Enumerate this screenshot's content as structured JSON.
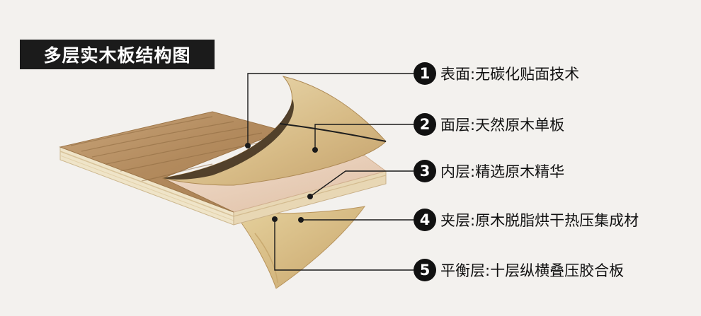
{
  "title": "多层实木板结构图",
  "callouts": [
    {
      "number": "1",
      "text": "表面:无碳化贴面技术"
    },
    {
      "number": "2",
      "text": "面层:天然原木单板"
    },
    {
      "number": "3",
      "text": "内层:精选原木精华"
    },
    {
      "number": "4",
      "text": "夹层:原木脱脂烘干热压集成材"
    },
    {
      "number": "5",
      "text": "平衡层:十层纵横叠压胶合板"
    }
  ],
  "colors": {
    "background": "#f3f1ee",
    "title_bg": "#1b1b1b",
    "badge": "#111111",
    "wood_surface": "#b99468",
    "veneer": "#d9bf8e",
    "core": "#e7cdb8",
    "edge": "#efe6cf"
  }
}
